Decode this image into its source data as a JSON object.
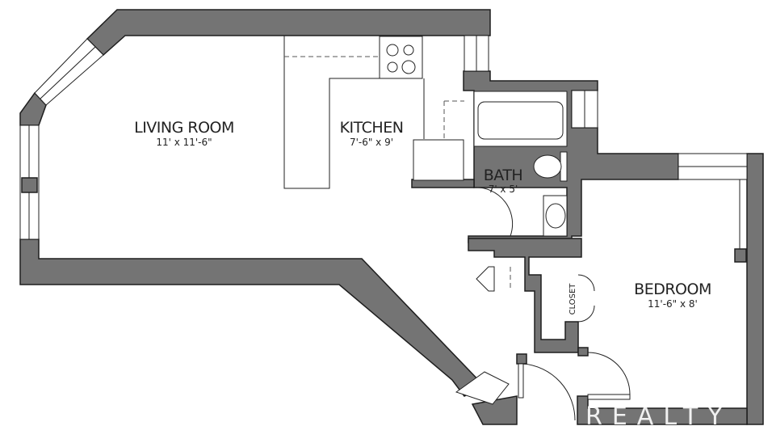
{
  "rooms": [
    {
      "name": "LIVING ROOM",
      "dimensions": "11' x 11'-6\""
    },
    {
      "name": "KITCHEN",
      "dimensions": "7'-6\" x 9'"
    },
    {
      "name": "BATH",
      "dimensions": "7' x 5'"
    },
    {
      "name": "BEDROOM",
      "dimensions": "11'-6\" x 8'"
    },
    {
      "name": "CLOSET"
    }
  ],
  "watermark": "REALTY",
  "colors": {
    "wall": "#747474",
    "outline": "#1e1e1e",
    "background": "#ffffff"
  }
}
